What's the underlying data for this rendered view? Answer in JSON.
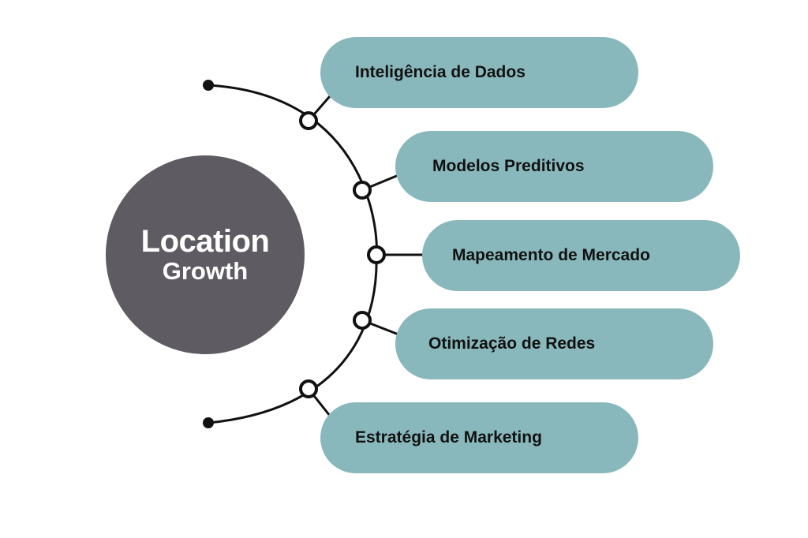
{
  "hub": {
    "title": "Location",
    "subtitle": "Growth"
  },
  "branches": [
    {
      "label": "Inteligência de Dados"
    },
    {
      "label": "Modelos Preditivos"
    },
    {
      "label": "Mapeamento de Mercado"
    },
    {
      "label": "Otimização de Redes"
    },
    {
      "label": "Estratégia de Marketing"
    }
  ],
  "colors": {
    "hub_fill": "#5e5c62",
    "pill_fill": "#89b8bc",
    "line": "#111111",
    "node_fill": "#ffffff"
  }
}
